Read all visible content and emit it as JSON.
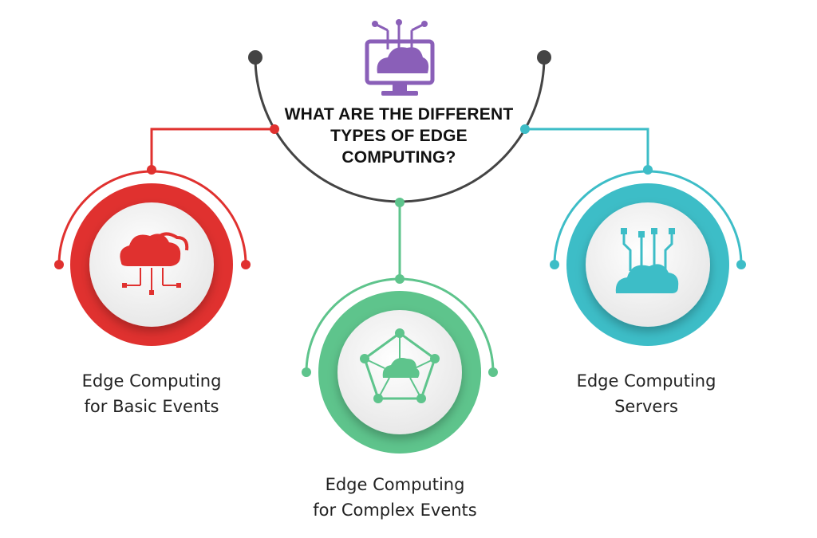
{
  "title": {
    "lines": [
      "WHAT ARE THE DIFFERENT",
      "TYPES OF EDGE",
      "COMPUTING?"
    ]
  },
  "colors": {
    "red": "#e0312f",
    "green": "#5ec48c",
    "teal": "#3dbdc7",
    "purple": "#8a5fb8",
    "dark": "#444444"
  },
  "nodes": [
    {
      "id": "basic",
      "color": "red",
      "icon": "cloud-network-icon",
      "label_lines": [
        "Edge Computing",
        "for Basic Events"
      ]
    },
    {
      "id": "complex",
      "color": "green",
      "icon": "network-cloud-pentagon-icon",
      "label_lines": [
        "Edge Computing",
        "for Complex Events"
      ]
    },
    {
      "id": "servers",
      "color": "teal",
      "icon": "cloud-circuit-icon",
      "label_lines": [
        "Edge Computing",
        "Servers"
      ]
    }
  ],
  "header_icon": "monitor-cloud-icon"
}
